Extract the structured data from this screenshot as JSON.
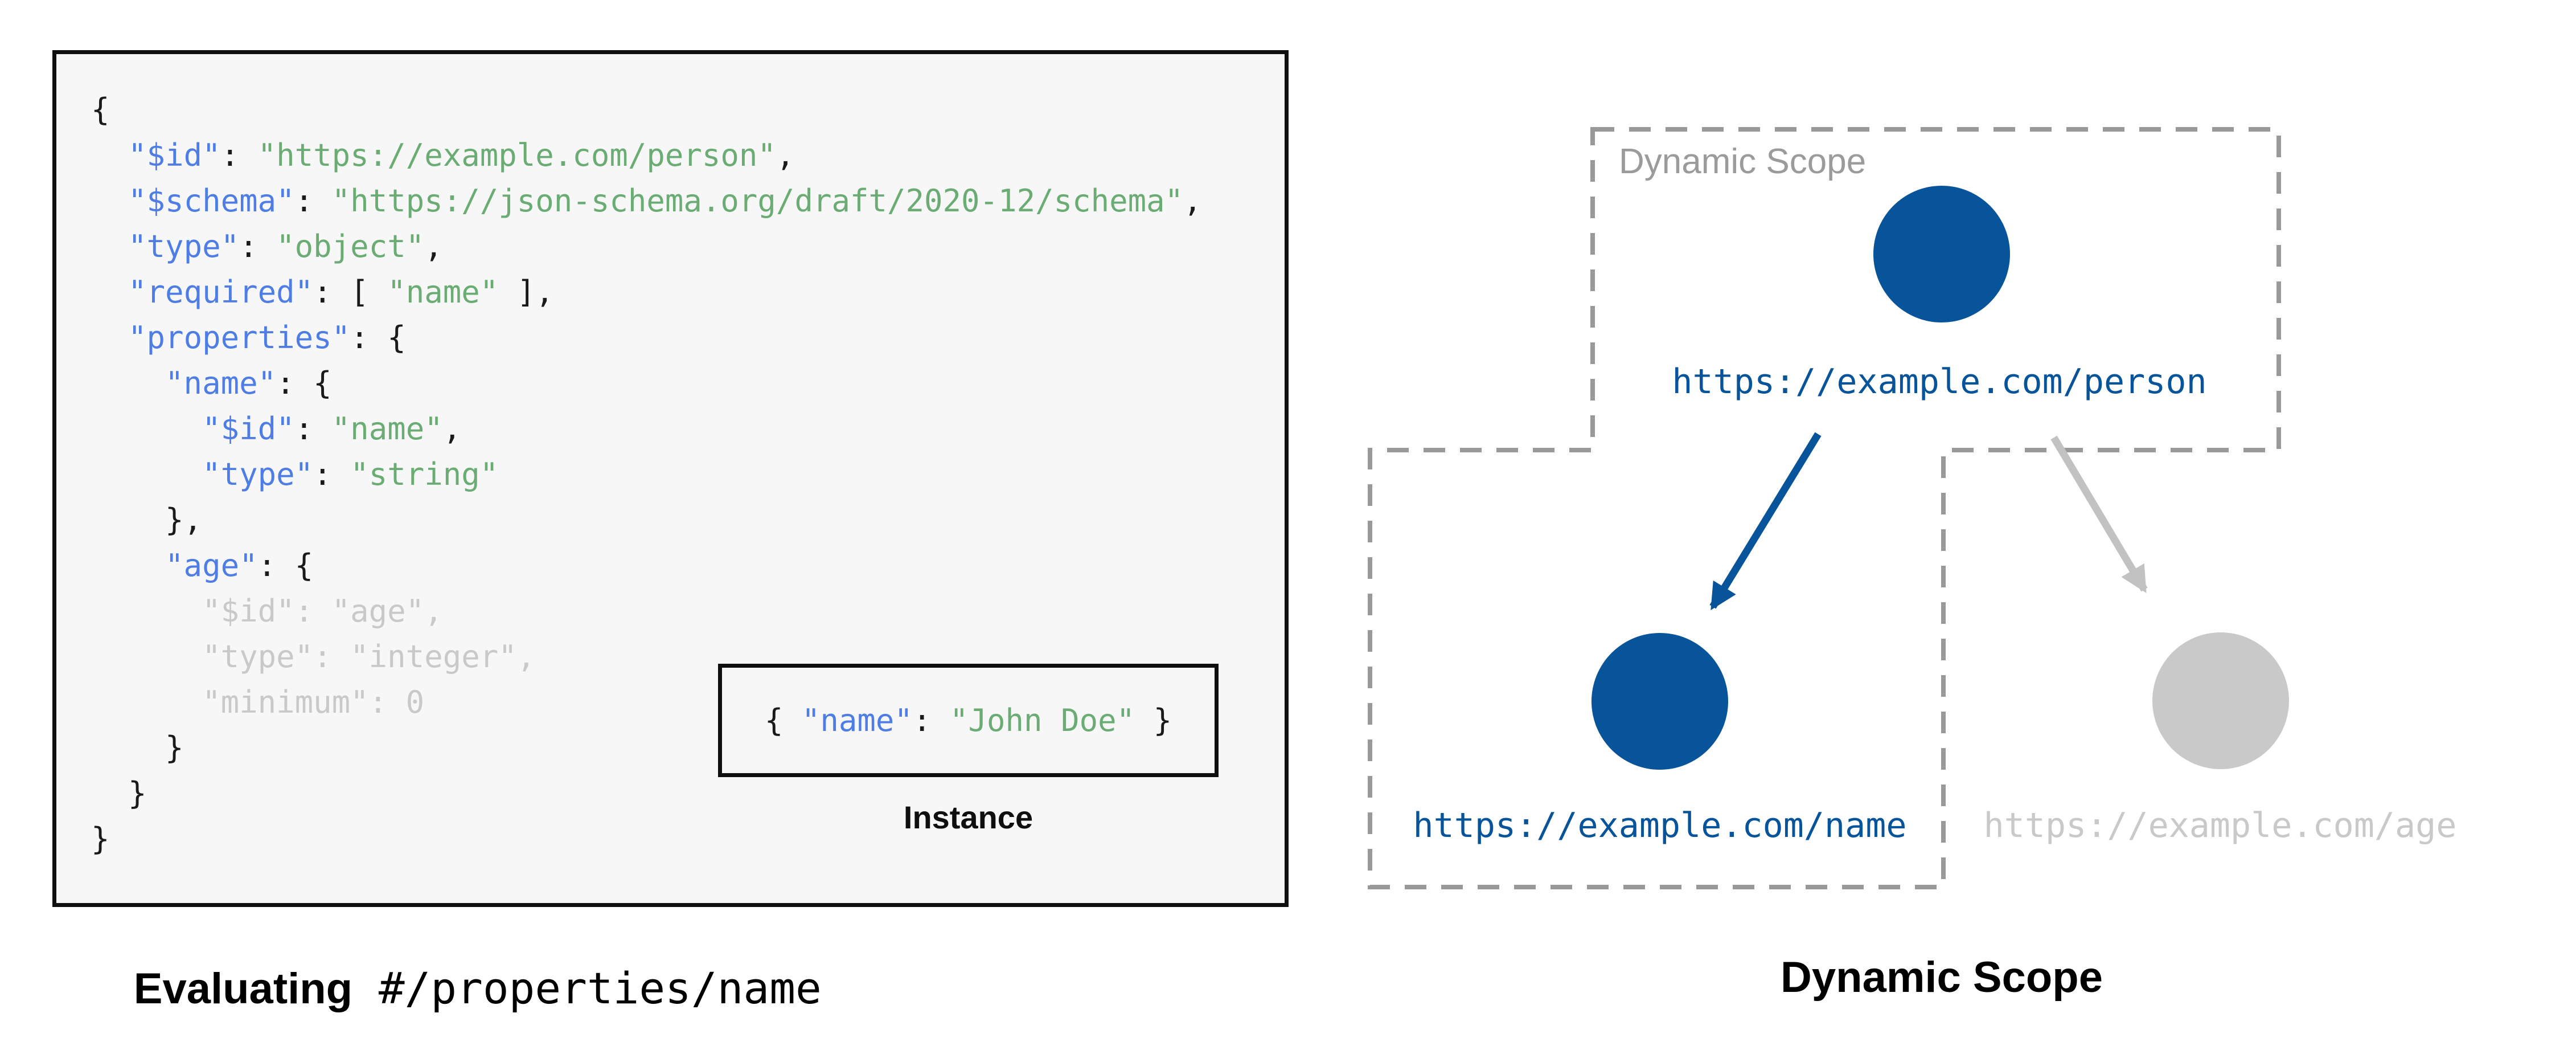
{
  "schema_panel": {
    "code_lines": [
      [
        [
          "p",
          "{"
        ]
      ],
      [
        [
          "p",
          "  "
        ],
        [
          "k",
          "\"$id\""
        ],
        [
          "p",
          ": "
        ],
        [
          "s",
          "\"https://example.com/person\""
        ],
        [
          "p",
          ","
        ]
      ],
      [
        [
          "p",
          "  "
        ],
        [
          "k",
          "\"$schema\""
        ],
        [
          "p",
          ": "
        ],
        [
          "s",
          "\"https://json-schema.org/draft/2020-12/schema\""
        ],
        [
          "p",
          ","
        ]
      ],
      [
        [
          "p",
          "  "
        ],
        [
          "k",
          "\"type\""
        ],
        [
          "p",
          ": "
        ],
        [
          "s",
          "\"object\""
        ],
        [
          "p",
          ","
        ]
      ],
      [
        [
          "p",
          "  "
        ],
        [
          "k",
          "\"required\""
        ],
        [
          "p",
          ": [ "
        ],
        [
          "s",
          "\"name\""
        ],
        [
          "p",
          " ],"
        ]
      ],
      [
        [
          "p",
          "  "
        ],
        [
          "k",
          "\"properties\""
        ],
        [
          "p",
          ": {"
        ]
      ],
      [
        [
          "p",
          "    "
        ],
        [
          "k",
          "\"name\""
        ],
        [
          "p",
          ": {"
        ]
      ],
      [
        [
          "p",
          "      "
        ],
        [
          "k",
          "\"$id\""
        ],
        [
          "p",
          ": "
        ],
        [
          "s",
          "\"name\""
        ],
        [
          "p",
          ","
        ]
      ],
      [
        [
          "p",
          "      "
        ],
        [
          "k",
          "\"type\""
        ],
        [
          "p",
          ": "
        ],
        [
          "s",
          "\"string\""
        ]
      ],
      [
        [
          "p",
          "    },"
        ]
      ],
      [
        [
          "p",
          "    "
        ],
        [
          "k",
          "\"age\""
        ],
        [
          "p",
          ": {"
        ]
      ],
      [
        [
          "d",
          "      \"$id\": \"age\","
        ]
      ],
      [
        [
          "d",
          "      \"type\": \"integer\","
        ]
      ],
      [
        [
          "d",
          "      \"minimum\": 0"
        ]
      ],
      [
        [
          "p",
          "    }"
        ]
      ],
      [
        [
          "p",
          "  }"
        ]
      ],
      [
        [
          "p",
          "}"
        ]
      ]
    ],
    "instance_tokens": [
      [
        "p",
        "{ "
      ],
      [
        "k",
        "\"name\""
      ],
      [
        "p",
        ": "
      ],
      [
        "s",
        "\"John Doe\""
      ],
      [
        "p",
        " }"
      ]
    ],
    "instance_label": "Instance",
    "caption_bold": "Evaluating",
    "caption_mono": " #/properties/name"
  },
  "diagram": {
    "scope_label": "Dynamic Scope",
    "caption": "Dynamic Scope",
    "nodes": [
      {
        "id": "person",
        "url": "https://example.com/person",
        "state": "active",
        "in_dynamic_scope": true
      },
      {
        "id": "name",
        "url": "https://example.com/name",
        "state": "active",
        "in_dynamic_scope": true
      },
      {
        "id": "age",
        "url": "https://example.com/age",
        "state": "inactive",
        "in_dynamic_scope": false
      }
    ],
    "edges": [
      {
        "from": "person",
        "to": "name",
        "state": "active"
      },
      {
        "from": "person",
        "to": "age",
        "state": "inactive"
      }
    ]
  },
  "colors": {
    "key_blue": "#4f7de6",
    "string_green": "#6bac74",
    "dim_gray": "#c9c9c9",
    "node_blue": "#07549b",
    "inactive_gray": "#c9c9c9",
    "dashed_border_gray": "#999999",
    "scope_label_gray": "#9b9b9b",
    "panel_background": "#f7f7f8",
    "panel_border": "#0f0f0f"
  }
}
